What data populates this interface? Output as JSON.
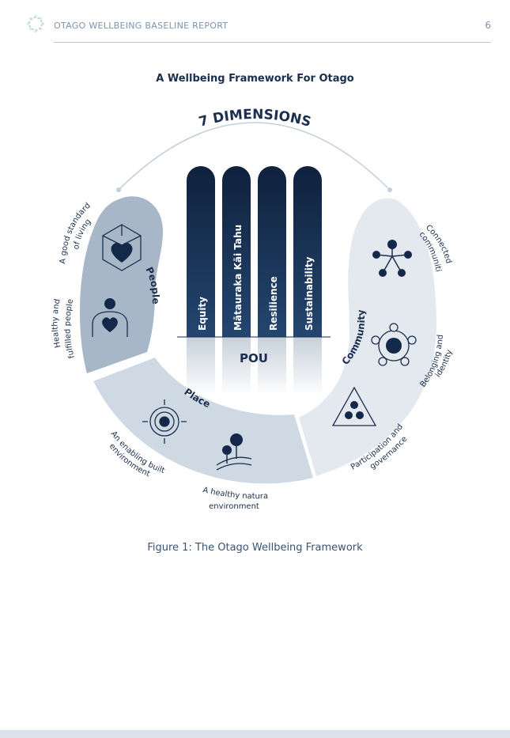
{
  "header": {
    "title": "OTAGO WELLBEING BASELINE REPORT",
    "page_number": "6"
  },
  "document": {
    "title": "A Wellbeing Framework For Otago"
  },
  "framework": {
    "heading": "7 DIMENSIONS",
    "pou_label": "POU",
    "pillars": [
      "Equity",
      "Mātauraka Kāi Tahu",
      "Resilience",
      "Sustainability"
    ],
    "groups": {
      "people": "People",
      "place": "Place",
      "community": "Community"
    },
    "dimensions": {
      "standard_of_living": [
        "A good standard",
        "of living"
      ],
      "healthy_people": [
        "Healthy and",
        "fulfilled people"
      ],
      "built_environment": [
        "An enabling built",
        "environment"
      ],
      "natural_environment": [
        "A healthy natural",
        "environment"
      ],
      "participation": [
        "Participation and",
        "governance"
      ],
      "belonging": [
        "Belonging and",
        "identity"
      ],
      "connected": [
        "Connected",
        "communities"
      ]
    },
    "icons": {
      "standard_of_living": "house-heart-icon",
      "healthy_people": "person-heart-icon",
      "built_environment": "target-icon",
      "natural_environment": "trees-icon",
      "participation": "triangle-people-icon",
      "belonging": "circle-network-icon",
      "connected": "network-icon"
    }
  },
  "caption": "Figure 1: The Otago Wellbeing Framework",
  "colors": {
    "navy": "#14294a",
    "people_band": "#a8b7c8",
    "place_band": "#cfd9e3",
    "community_band": "#e4e9ef",
    "accent_text": "#7f93ad"
  }
}
